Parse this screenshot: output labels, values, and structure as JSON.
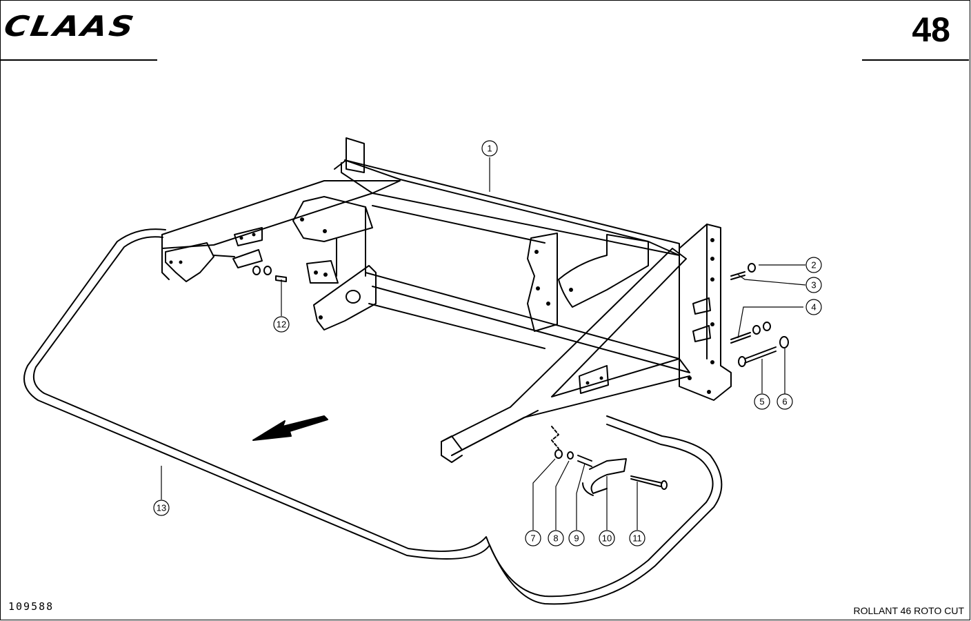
{
  "header": {
    "brand": "CLAAS",
    "page_number": "48"
  },
  "footer": {
    "drawing_number": "109588",
    "model": "ROLLANT 46 ROTO CUT"
  },
  "callouts": [
    "1",
    "2",
    "3",
    "4",
    "5",
    "6",
    "7",
    "8",
    "9",
    "10",
    "11",
    "12",
    "13"
  ]
}
